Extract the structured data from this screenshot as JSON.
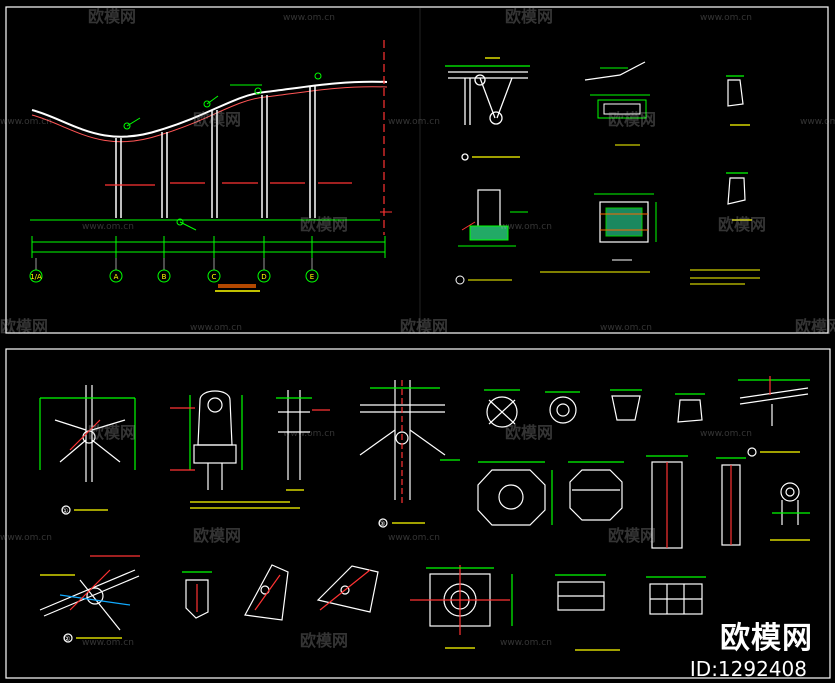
{
  "watermark": {
    "brand": "欧模网",
    "url": "www.om.cn",
    "stamp": "ID:1292408"
  },
  "colors": {
    "background": "#000000",
    "frame": "#ffffff",
    "member": "#ffffff",
    "dim": "#00ff00",
    "axis": "#ff3333",
    "accent": "#ffff00",
    "note": "#00ffff"
  },
  "top_drawing": {
    "grid_labels": [
      "1/A",
      "A",
      "B",
      "C",
      "D",
      "E"
    ]
  },
  "bottom_drawing": {
    "detail_numbers": [
      "①",
      "②",
      "③"
    ]
  }
}
